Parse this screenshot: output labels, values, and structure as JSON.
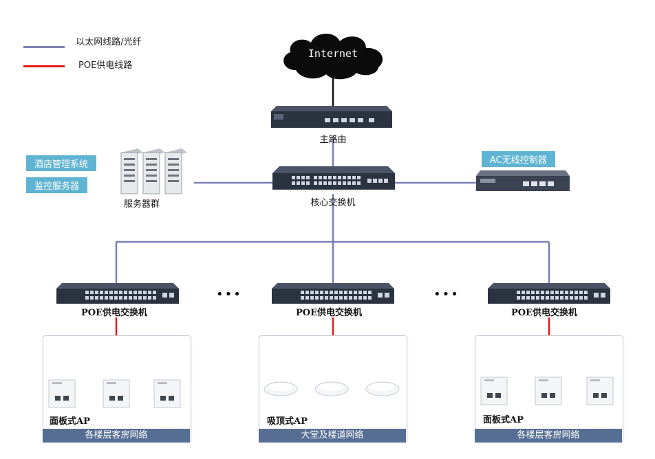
{
  "legend": {
    "ethernet_label": "以太网线路/光纤",
    "poe_label": "POE供电线路",
    "ethernet_color": "#7b7fb3",
    "poe_color": "#e21a1a"
  },
  "cloud": {
    "label": "Internet"
  },
  "router": {
    "label": "主路由"
  },
  "core_switch": {
    "label": "核心交换机"
  },
  "server_group": {
    "label": "服务器群",
    "tags": [
      "酒店管理系统",
      "监控服务器"
    ]
  },
  "ac_controller": {
    "label": "AC无线控制器"
  },
  "poe_switches": [
    {
      "label": "POE供电交换机"
    },
    {
      "label": "POE供电交换机"
    },
    {
      "label": "POE供电交换机"
    }
  ],
  "ellipsis": "•••",
  "zones": [
    {
      "ap_label": "面板式AP",
      "footer": "各楼层客房网络"
    },
    {
      "ap_label": "吸顶式AP",
      "footer": "大堂及楼道网络"
    },
    {
      "ap_label": "面板式AP",
      "footer": "各楼层客房网络"
    }
  ],
  "colors": {
    "tag_bg": "#5fb3d3",
    "footer_bg": "#566e93",
    "device_dark": "#2b3240"
  }
}
